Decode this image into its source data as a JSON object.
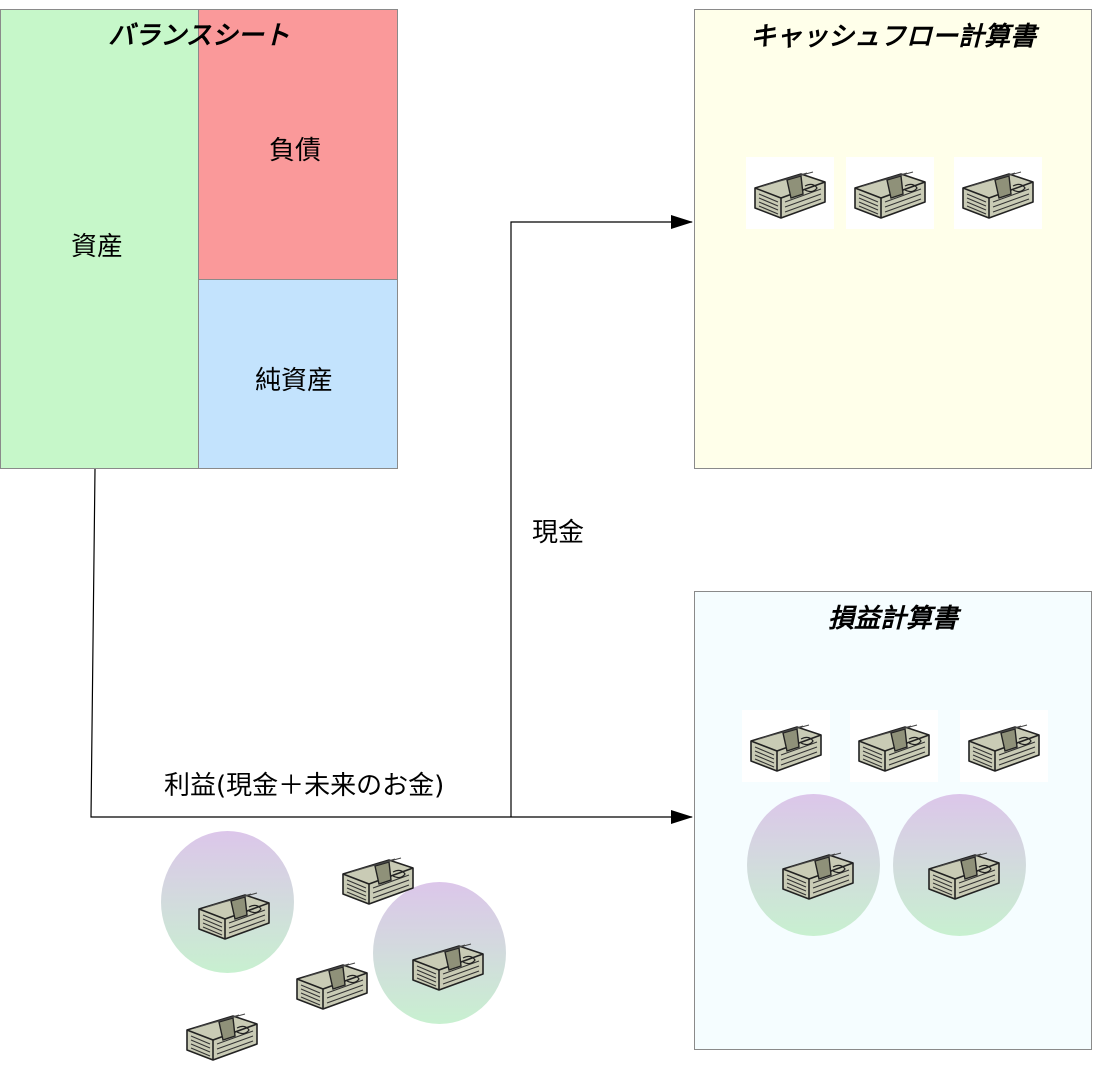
{
  "balance_sheet": {
    "title": "バランスシート",
    "assets": "資産",
    "liabilities": "負債",
    "net_assets": "純資産",
    "colors": {
      "assets": "#c6f7c9",
      "liabilities": "#fa999a",
      "net_assets": "#c3e3fd"
    }
  },
  "cash_flow_statement": {
    "title": "キャッシュフロー計算書",
    "color": "#ffffea",
    "bundles": 3
  },
  "income_statement": {
    "title": "損益計算書",
    "color": "#f5fdff",
    "bundles": 3,
    "circled_bundles": 2
  },
  "arrows": {
    "cash_label": "現金",
    "profit_label": "利益(現金＋未来のお金)"
  },
  "icons": {
    "bundle": "money-bundle-icon",
    "circle": "future-money-circle",
    "circle_gradient": [
      "#dcc6ea",
      "#c8f0d0"
    ]
  }
}
